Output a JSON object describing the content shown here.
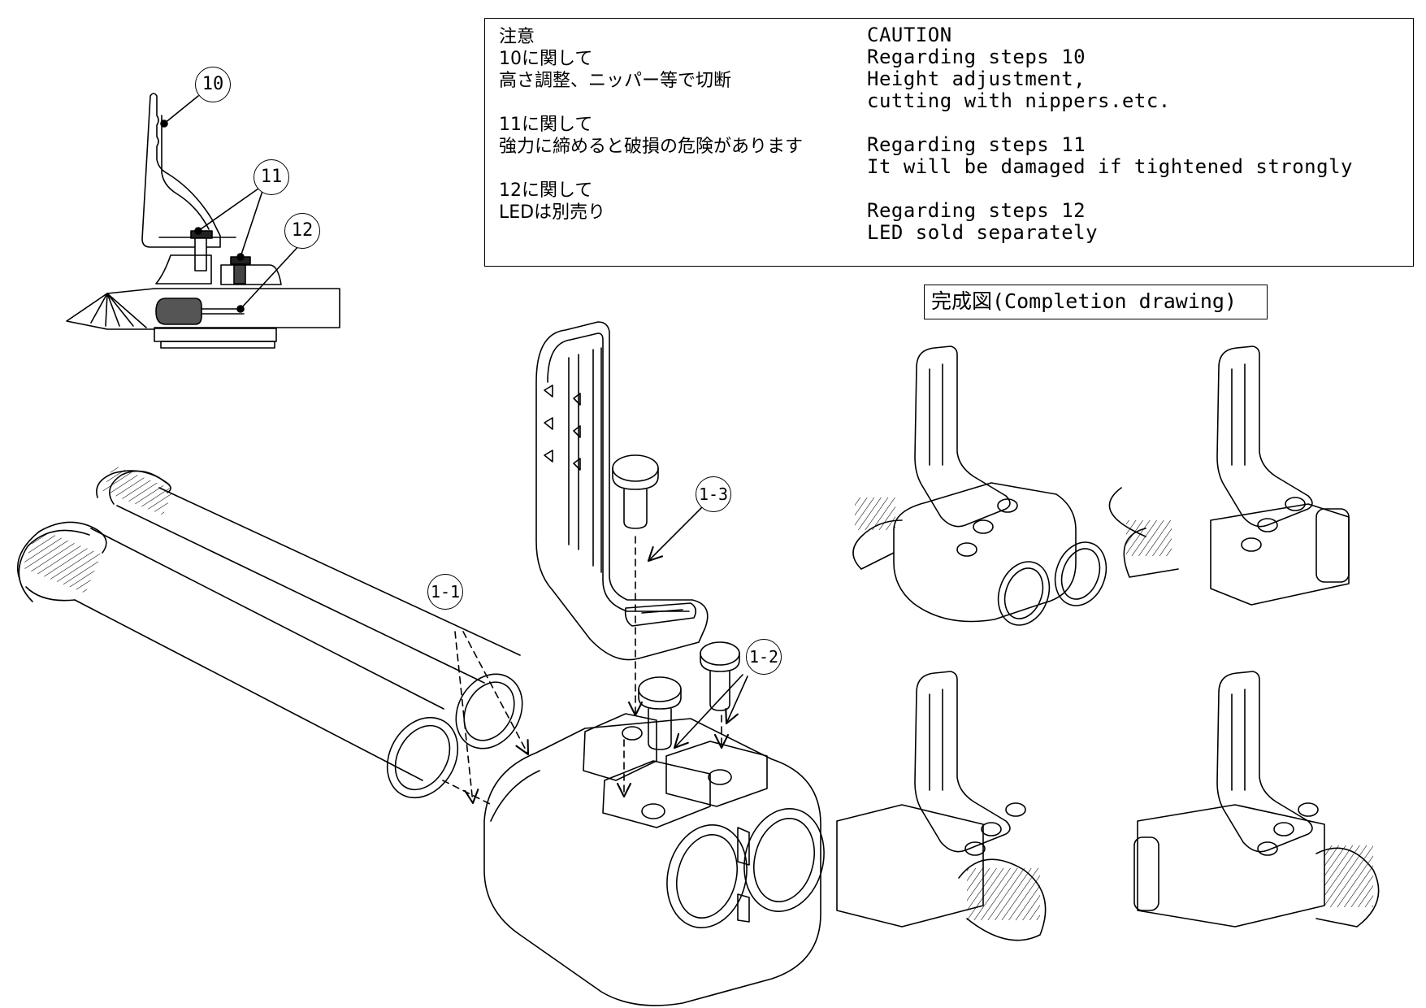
{
  "caution": {
    "jp_title": "注意",
    "jp_step10_heading": "10に関して",
    "jp_step10_text": "高さ調整、ニッパー等で切断",
    "jp_step11_heading": "11に関して",
    "jp_step11_text": "強力に締めると破損の危険があります",
    "jp_step12_heading": "12に関して",
    "jp_step12_text": "LEDは別売り",
    "en_title": "CAUTION",
    "en_step10_heading": "Regarding steps 10",
    "en_step10_line1": "Height adjustment,",
    "en_step10_line2": "cutting with nippers.etc.",
    "en_step11_heading": "Regarding steps 11",
    "en_step11_text": "It will be damaged if tightened strongly",
    "en_step12_heading": "Regarding steps 12",
    "en_step12_text": "LED sold separately"
  },
  "completion_label": "完成図(Completion drawing)",
  "callouts": {
    "c10": "10",
    "c11": "11",
    "c12": "12",
    "c1_1": "1-1",
    "c1_2": "1-2",
    "c1_3": "1-3"
  },
  "colors": {
    "line": "#000000",
    "background": "#ffffff",
    "led": "#555555"
  }
}
